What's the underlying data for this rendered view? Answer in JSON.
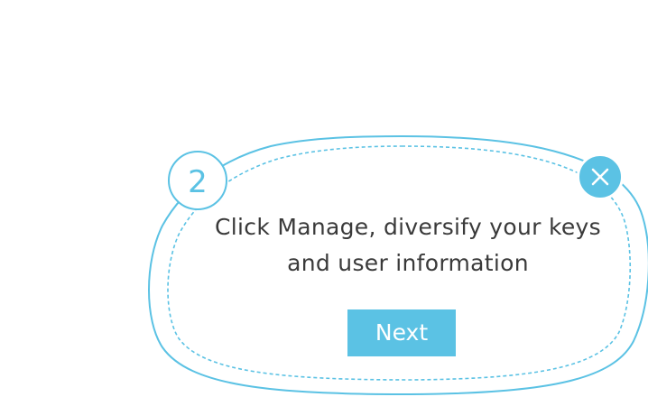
{
  "tooltip": {
    "step_number": "2",
    "message_line1": "Click Manage, diversify your keys",
    "message_line2": "and user information",
    "next_label": "Next",
    "close_icon": "close-icon"
  },
  "colors": {
    "accent": "#5bc2e4",
    "text": "#3a3a3a",
    "background": "#ffffff"
  }
}
